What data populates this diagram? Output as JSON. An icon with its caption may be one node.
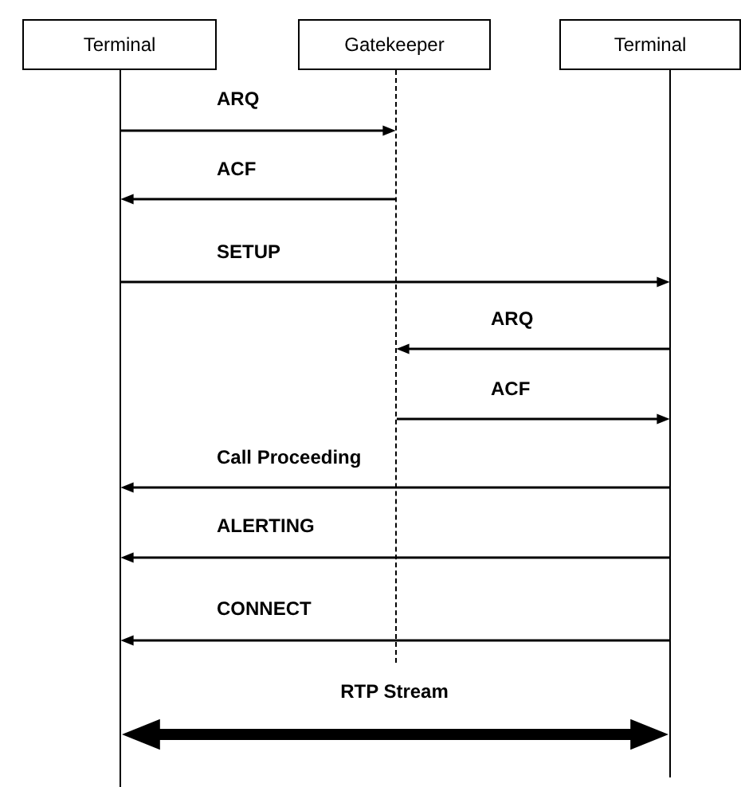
{
  "diagram": {
    "nodes": [
      {
        "text": [
          "Terminal"
        ]
      },
      {
        "text": [
          "Gatekeeper"
        ]
      },
      {
        "text": [
          "Terminal"
        ]
      },
      {
        "text": [],
        "shape": "bar"
      },
      {
        "text": [],
        "shape": "bar"
      },
      {
        "text": [],
        "shape": "bar"
      }
    ],
    "edges": [
      {
        "from": 3,
        "to": 4,
        "arrow": "to",
        "label": "ARQ"
      },
      {
        "from": 4,
        "to": 3,
        "arrow": "to",
        "label": "ACF"
      },
      {
        "from": 3,
        "to": 5,
        "arrow": "to",
        "label": "SETUP"
      },
      {
        "from": 5,
        "to": 4,
        "arrow": "to",
        "label": "ARQ"
      },
      {
        "from": 4,
        "to": 5,
        "arrow": "to",
        "label": "ACF"
      },
      {
        "from": 5,
        "to": 3,
        "arrow": "to",
        "label": "Call Proceeding"
      },
      {
        "from": 5,
        "to": 3,
        "arrow": "to",
        "label": "ALERTING"
      },
      {
        "from": 5,
        "to": 3,
        "arrow": "to",
        "label": "CONNECT"
      },
      {
        "from": 3,
        "to": 5,
        "arrow": "both",
        "label": "RTP Stream",
        "style": "thick"
      }
    ]
  }
}
